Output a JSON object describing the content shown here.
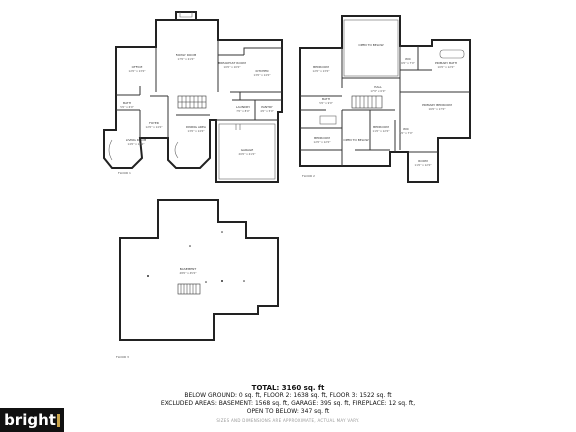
{
  "floor_plans": {
    "floor1": {
      "label": "FLOOR 1",
      "rooms": {
        "office": {
          "name": "OFFICE",
          "dims": "12'0\" x 13'0\""
        },
        "family_room": {
          "name": "FAMILY ROOM",
          "dims": "17'0\" x 21'0\""
        },
        "breakfast_room": {
          "name": "BREAKFAST ROOM",
          "dims": "10'0\" x 10'0\""
        },
        "kitchen": {
          "name": "KITCHEN",
          "dims": "13'0\" x 14'0\""
        },
        "bath": {
          "name": "BATH",
          "dims": "5'0\" x 6'0\""
        },
        "laundry": {
          "name": "LAUNDRY",
          "dims": "7'0\" x 8'0\""
        },
        "pantry": {
          "name": "PANTRY",
          "dims": "4'0\" x 5'0\""
        },
        "living_room": {
          "name": "LIVING ROOM",
          "dims": "14'0\" x 18'0\""
        },
        "foyer": {
          "name": "FOYER",
          "dims": "12'0\" x 14'0\""
        },
        "dining_room": {
          "name": "DINING AREA",
          "dims": "13'0\" x 14'0\""
        },
        "garage": {
          "name": "GARAGE",
          "dims": "20'0\" x 21'0\""
        }
      }
    },
    "floor2": {
      "label": "FLOOR 2",
      "rooms": {
        "bedroom_a": {
          "name": "BEDROOM",
          "dims": "12'0\" x 13'0\""
        },
        "open_below_top": {
          "name": "OPEN TO BELOW",
          "dims": ""
        },
        "wic": {
          "name": "WIC",
          "dims": "6'0\" x 7'0\""
        },
        "primary_bath": {
          "name": "PRIMARY BATH",
          "dims": "10'0\" x 12'0\""
        },
        "bath": {
          "name": "BATH",
          "dims": "5'0\" x 9'0\""
        },
        "hall": {
          "name": "HALL",
          "dims": "17'0\" x 6'0\""
        },
        "primary_bedroom": {
          "name": "PRIMARY BEDROOM",
          "dims": "16'0\" x 17'0\""
        },
        "bedroom_b": {
          "name": "BEDROOM",
          "dims": "11'0\" x 12'0\""
        },
        "open_below_bottom": {
          "name": "OPEN TO BELOW",
          "dims": ""
        },
        "bedroom_c": {
          "name": "BEDROOM",
          "dims": "12'0\" x 12'0\""
        },
        "wic_2": {
          "name": "WIC",
          "dims": "6'0\" x 7'0\""
        },
        "room": {
          "name": "ROOM",
          "dims": "11'0\" x 12'0\""
        }
      }
    },
    "basement": {
      "label": "FLOOR 3",
      "rooms": {
        "basement": {
          "name": "BASEMENT",
          "dims": "48'0\" x 45'0\""
        }
      }
    }
  },
  "summary": {
    "total": "TOTAL: 3160 sq. ft",
    "line1": "BELOW GROUND: 0 sq. ft, FLOOR 2: 1638 sq. ft, FLOOR 3: 1522 sq. ft",
    "line2": "EXCLUDED AREAS: BASEMENT: 1568 sq. ft, GARAGE: 395 sq. ft, FIREPLACE: 12 sq. ft,",
    "line3": "OPEN TO BELOW: 347 sq. ft"
  },
  "disclaimer": "SIZES AND DIMENSIONS ARE APPROXIMATE, ACTUAL MAY VARY.",
  "brand": {
    "name": "bright"
  },
  "colors": {
    "wall": "#222222",
    "brand_bg": "#111111",
    "brand_accent": "#c8a44a"
  }
}
